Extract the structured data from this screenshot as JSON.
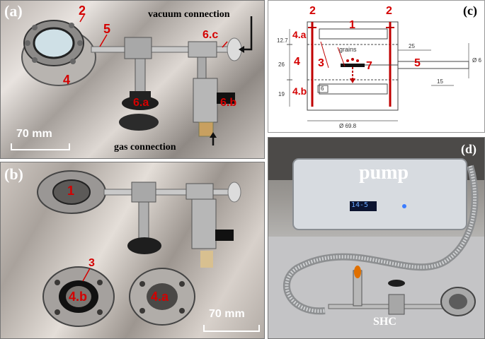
{
  "panels": {
    "a": {
      "label": "(a)",
      "numbers": {
        "n2": "2",
        "n5": "5",
        "n4": "4",
        "n6a": "6.a",
        "n6b": "6.b",
        "n6c": "6.c"
      },
      "vacuum_label": "vacuum connection",
      "gas_label": "gas connection",
      "scale_label": "70 mm"
    },
    "b": {
      "label": "(b)",
      "numbers": {
        "n1": "1",
        "n3": "3",
        "n4b": "4.b",
        "n4a": "4.a"
      },
      "scale_label": "70 mm"
    },
    "c": {
      "label": "(c)",
      "numbers": {
        "n2l": "2",
        "n2r": "2",
        "n1": "1",
        "n4a": "4.a",
        "n4": "4",
        "n4b": "4.b",
        "n3": "3",
        "n7": "7",
        "n5": "5"
      },
      "grains_label": "grains",
      "dims": {
        "d127": "12.7",
        "d26": "26",
        "d19": "19",
        "d25": "25",
        "d6": "6",
        "d15": "15",
        "d6dia": "Ø 6",
        "d698": "Ø 69.8",
        "d6box": "6"
      }
    },
    "d": {
      "label": "(d)",
      "pump_label": "pump",
      "display_value": "14-5",
      "shc_label": "SHC"
    }
  },
  "colors": {
    "red_label": "#d40000",
    "red_bar": "#c00000"
  }
}
